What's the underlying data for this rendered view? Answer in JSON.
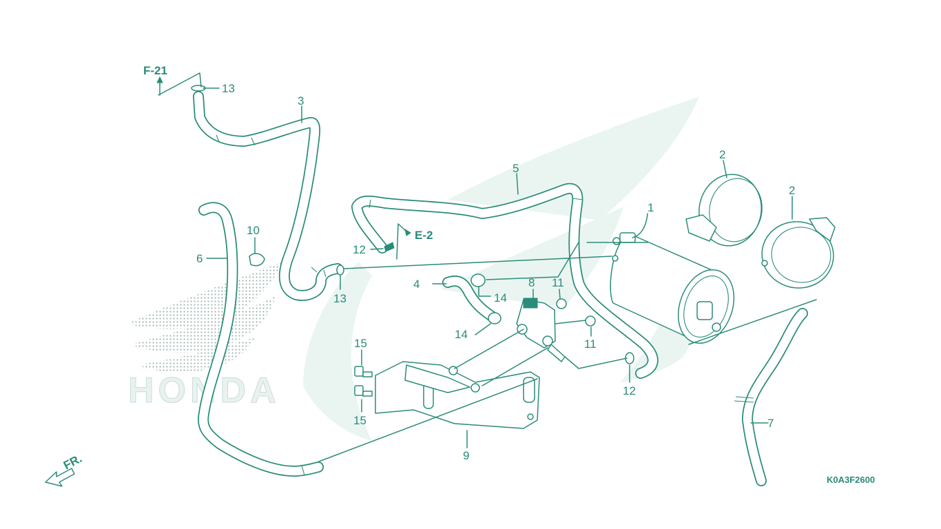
{
  "diagram": {
    "colors": {
      "line": "#2a8c78",
      "watermark": "#eaf5f1"
    },
    "watermark_text": "HONDA",
    "references": {
      "f21": "F-21",
      "e2": "E-2"
    },
    "front_marker": "FR.",
    "diagram_code": "K0A3F2600",
    "parts": {
      "p1": "1",
      "p2a": "2",
      "p2b": "2",
      "p3": "3",
      "p4": "4",
      "p5": "5",
      "p6": "6",
      "p7": "7",
      "p8": "8",
      "p9": "9",
      "p10": "10",
      "p11a": "11",
      "p11b": "11",
      "p12a": "12",
      "p12b": "12",
      "p13a": "13",
      "p13b": "13",
      "p14a": "14",
      "p14b": "14",
      "p15a": "15",
      "p15b": "15"
    }
  }
}
